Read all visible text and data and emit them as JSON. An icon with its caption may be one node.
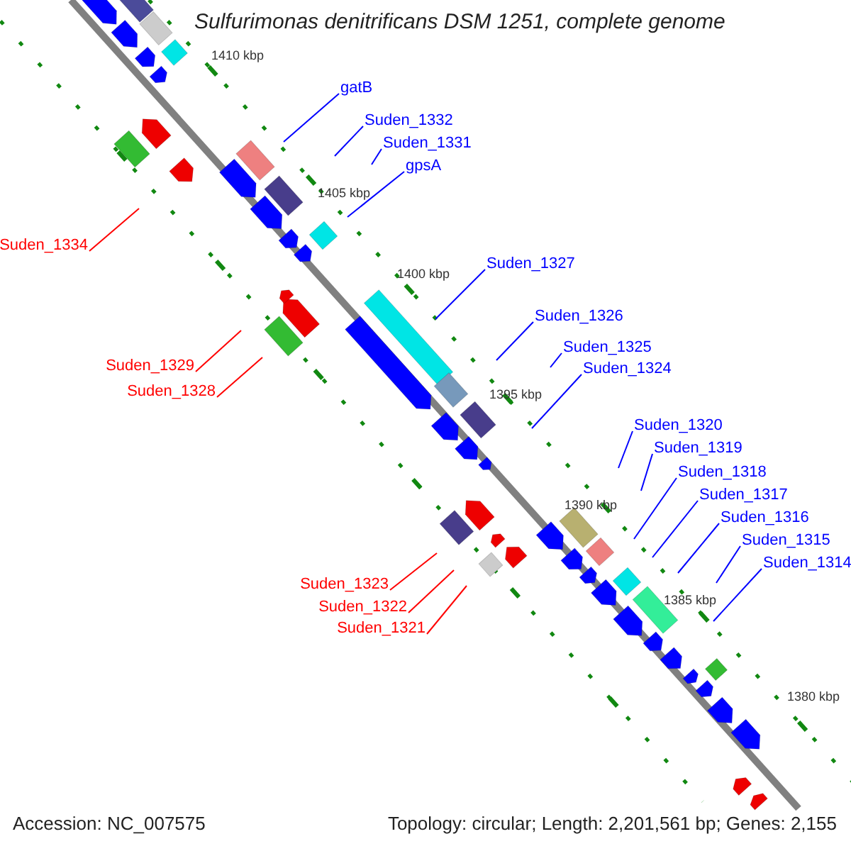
{
  "diagram": {
    "title": "Sulfurimonas denitrificans DSM 1251, complete genome",
    "nodes": [
      {
        "text": [
          "gatB"
        ]
      },
      {
        "text": [
          "Suden_1332"
        ]
      },
      {
        "text": [
          "Suden_1331"
        ]
      },
      {
        "text": [
          "gpsA"
        ]
      },
      {
        "text": [
          "Suden_1334"
        ]
      },
      {
        "text": [
          "Suden_1327"
        ]
      },
      {
        "text": [
          "Suden_1326"
        ]
      },
      {
        "text": [
          "Suden_1325"
        ]
      },
      {
        "text": [
          "Suden_1329"
        ]
      },
      {
        "text": [
          "Suden_1324"
        ]
      },
      {
        "text": [
          "Suden_1328"
        ]
      },
      {
        "text": [
          "Suden_1320"
        ]
      },
      {
        "text": [
          "Suden_1319"
        ]
      },
      {
        "text": [
          "Suden_1318"
        ]
      },
      {
        "text": [
          "Suden_1317"
        ]
      },
      {
        "text": [
          "Suden_1316"
        ]
      },
      {
        "text": [
          "Suden_1315"
        ]
      },
      {
        "text": [
          "Suden_1314"
        ]
      },
      {
        "text": [
          "Suden_1323"
        ]
      },
      {
        "text": [
          "Suden_1322"
        ]
      },
      {
        "text": [
          "Suden_1321"
        ]
      }
    ],
    "edges": [
      {
        "from": 0,
        "to": null,
        "arrow": "none"
      },
      {
        "from": 1,
        "to": null,
        "arrow": "none"
      },
      {
        "from": 2,
        "to": null,
        "arrow": "none"
      },
      {
        "from": 3,
        "to": null,
        "arrow": "none"
      },
      {
        "from": 4,
        "to": null,
        "arrow": "none",
        "color": "#ff0000"
      },
      {
        "from": 5,
        "to": null,
        "arrow": "none"
      },
      {
        "from": 6,
        "to": null,
        "arrow": "none"
      },
      {
        "from": 7,
        "to": null,
        "arrow": "none"
      },
      {
        "from": 8,
        "to": null,
        "arrow": "none",
        "color": "#ff0000"
      },
      {
        "from": 9,
        "to": null,
        "arrow": "none"
      },
      {
        "from": 10,
        "to": null,
        "arrow": "none",
        "color": "#ff0000"
      },
      {
        "from": 11,
        "to": null,
        "arrow": "none"
      },
      {
        "from": 12,
        "to": null,
        "arrow": "none"
      },
      {
        "from": 13,
        "to": null,
        "arrow": "none"
      },
      {
        "from": 14,
        "to": null,
        "arrow": "none"
      },
      {
        "from": 15,
        "to": null,
        "arrow": "none"
      },
      {
        "from": 16,
        "to": null,
        "arrow": "none"
      },
      {
        "from": 17,
        "to": null,
        "arrow": "none"
      },
      {
        "from": 18,
        "to": null,
        "arrow": "none",
        "color": "#ff0000"
      },
      {
        "from": 19,
        "to": null,
        "arrow": "none",
        "color": "#ff0000"
      },
      {
        "from": 20,
        "to": null,
        "arrow": "none",
        "color": "#ff0000"
      }
    ],
    "labels": [
      "1410 kbp",
      "1405 kbp",
      "1400 kbp",
      "1395 kbp",
      "1390 kbp",
      "1385 kbp",
      "1380 kbp",
      "Accession: NC_007575",
      "Topology: circular; Length: 2,201,561 bp; Genes: 2,155"
    ]
  }
}
